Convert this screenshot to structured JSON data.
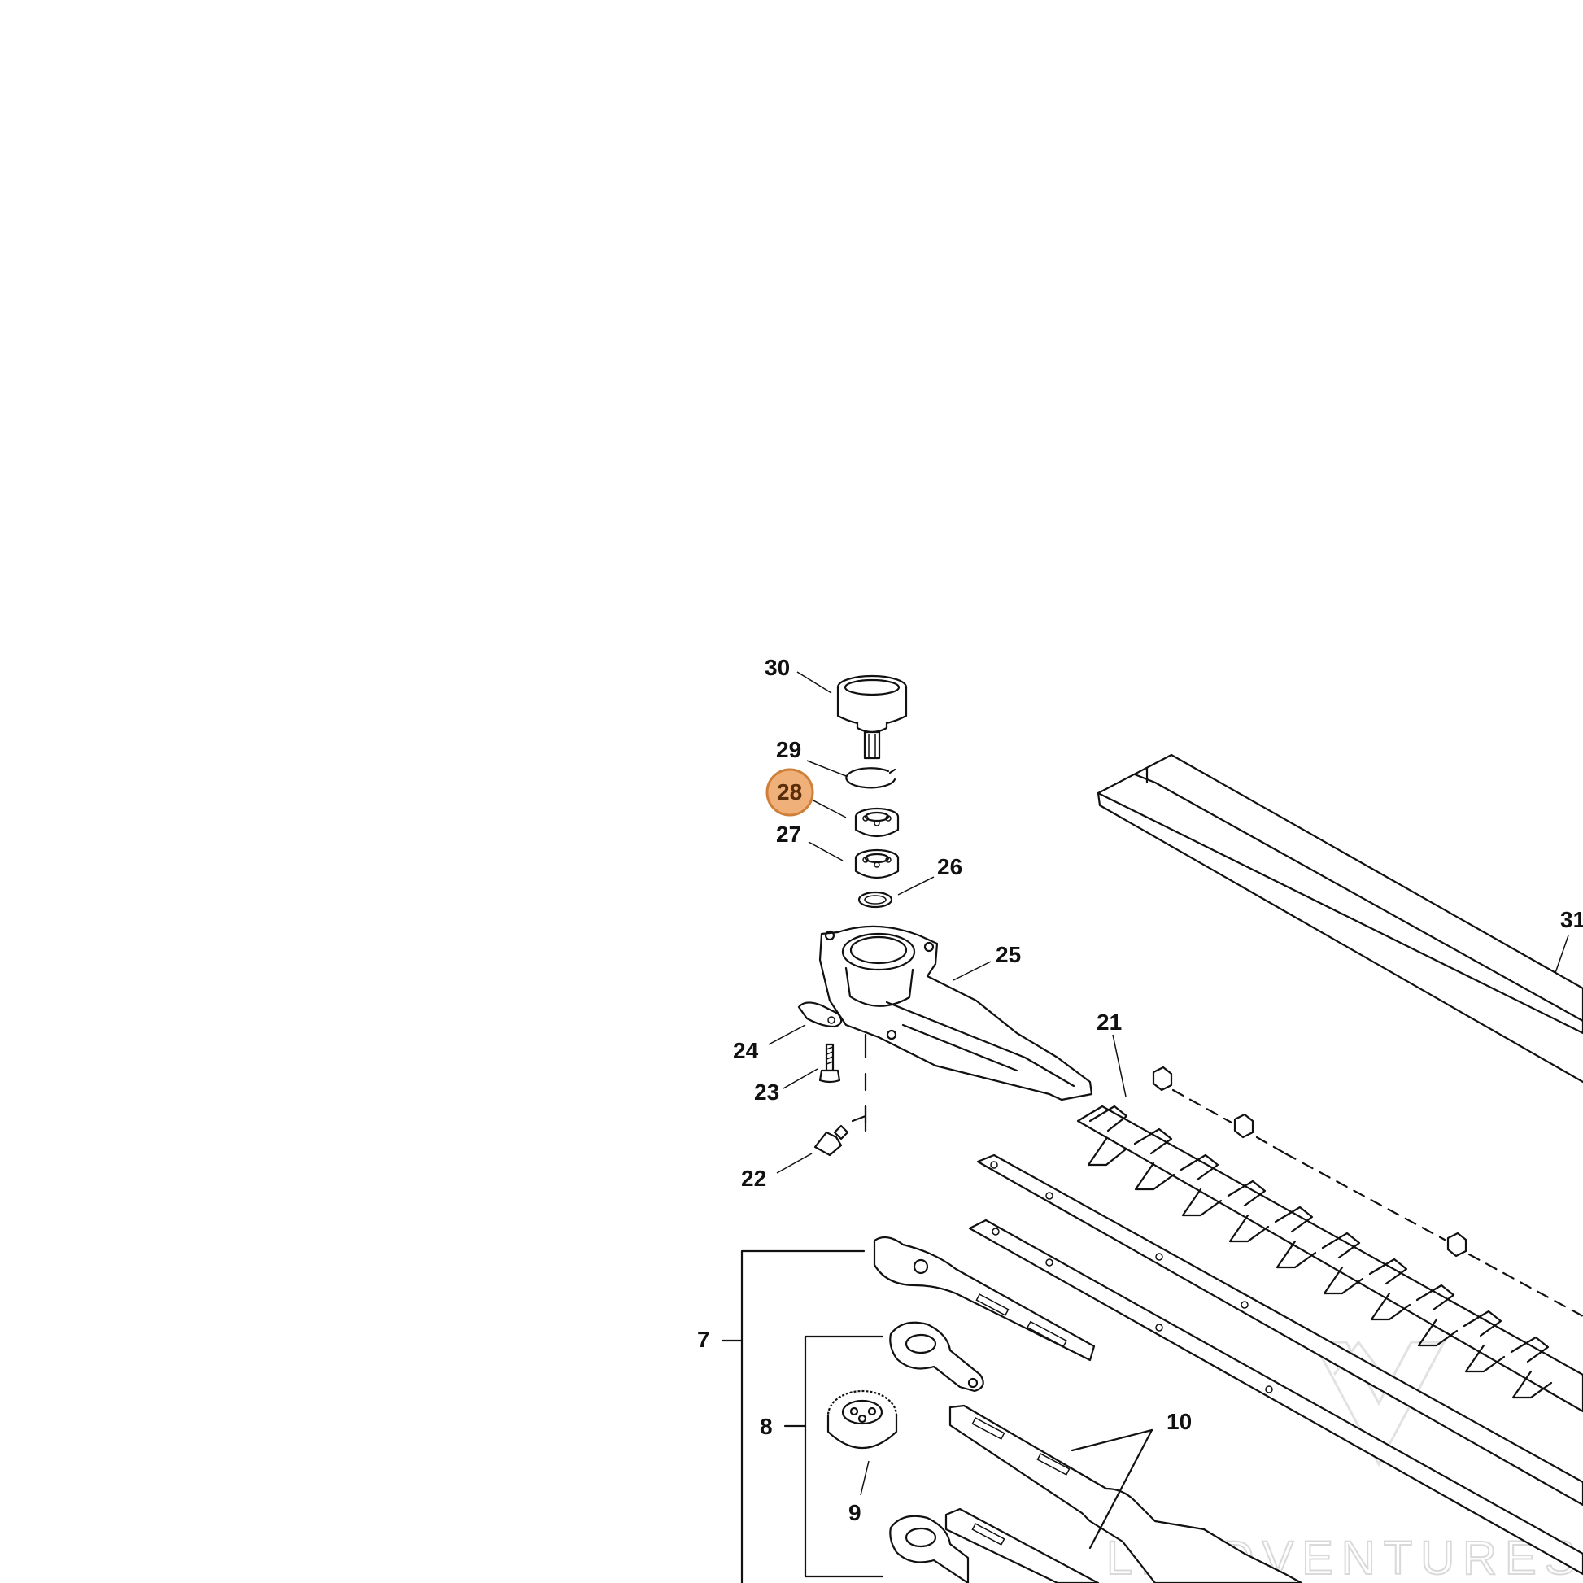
{
  "highlight": {
    "label": "28",
    "fill": "#f0b07a",
    "stroke": "#cf7f38"
  },
  "watermark": {
    "text": "LEADVENTURES"
  },
  "callouts": {
    "c30": "30",
    "c29": "29",
    "c28": "28",
    "c27": "27",
    "c26": "26",
    "c25": "25",
    "c24": "24",
    "c23": "23",
    "c22": "22",
    "c21": "21",
    "c31": "31",
    "c7": "7",
    "c8": "8",
    "c9": "9",
    "c10": "10"
  }
}
